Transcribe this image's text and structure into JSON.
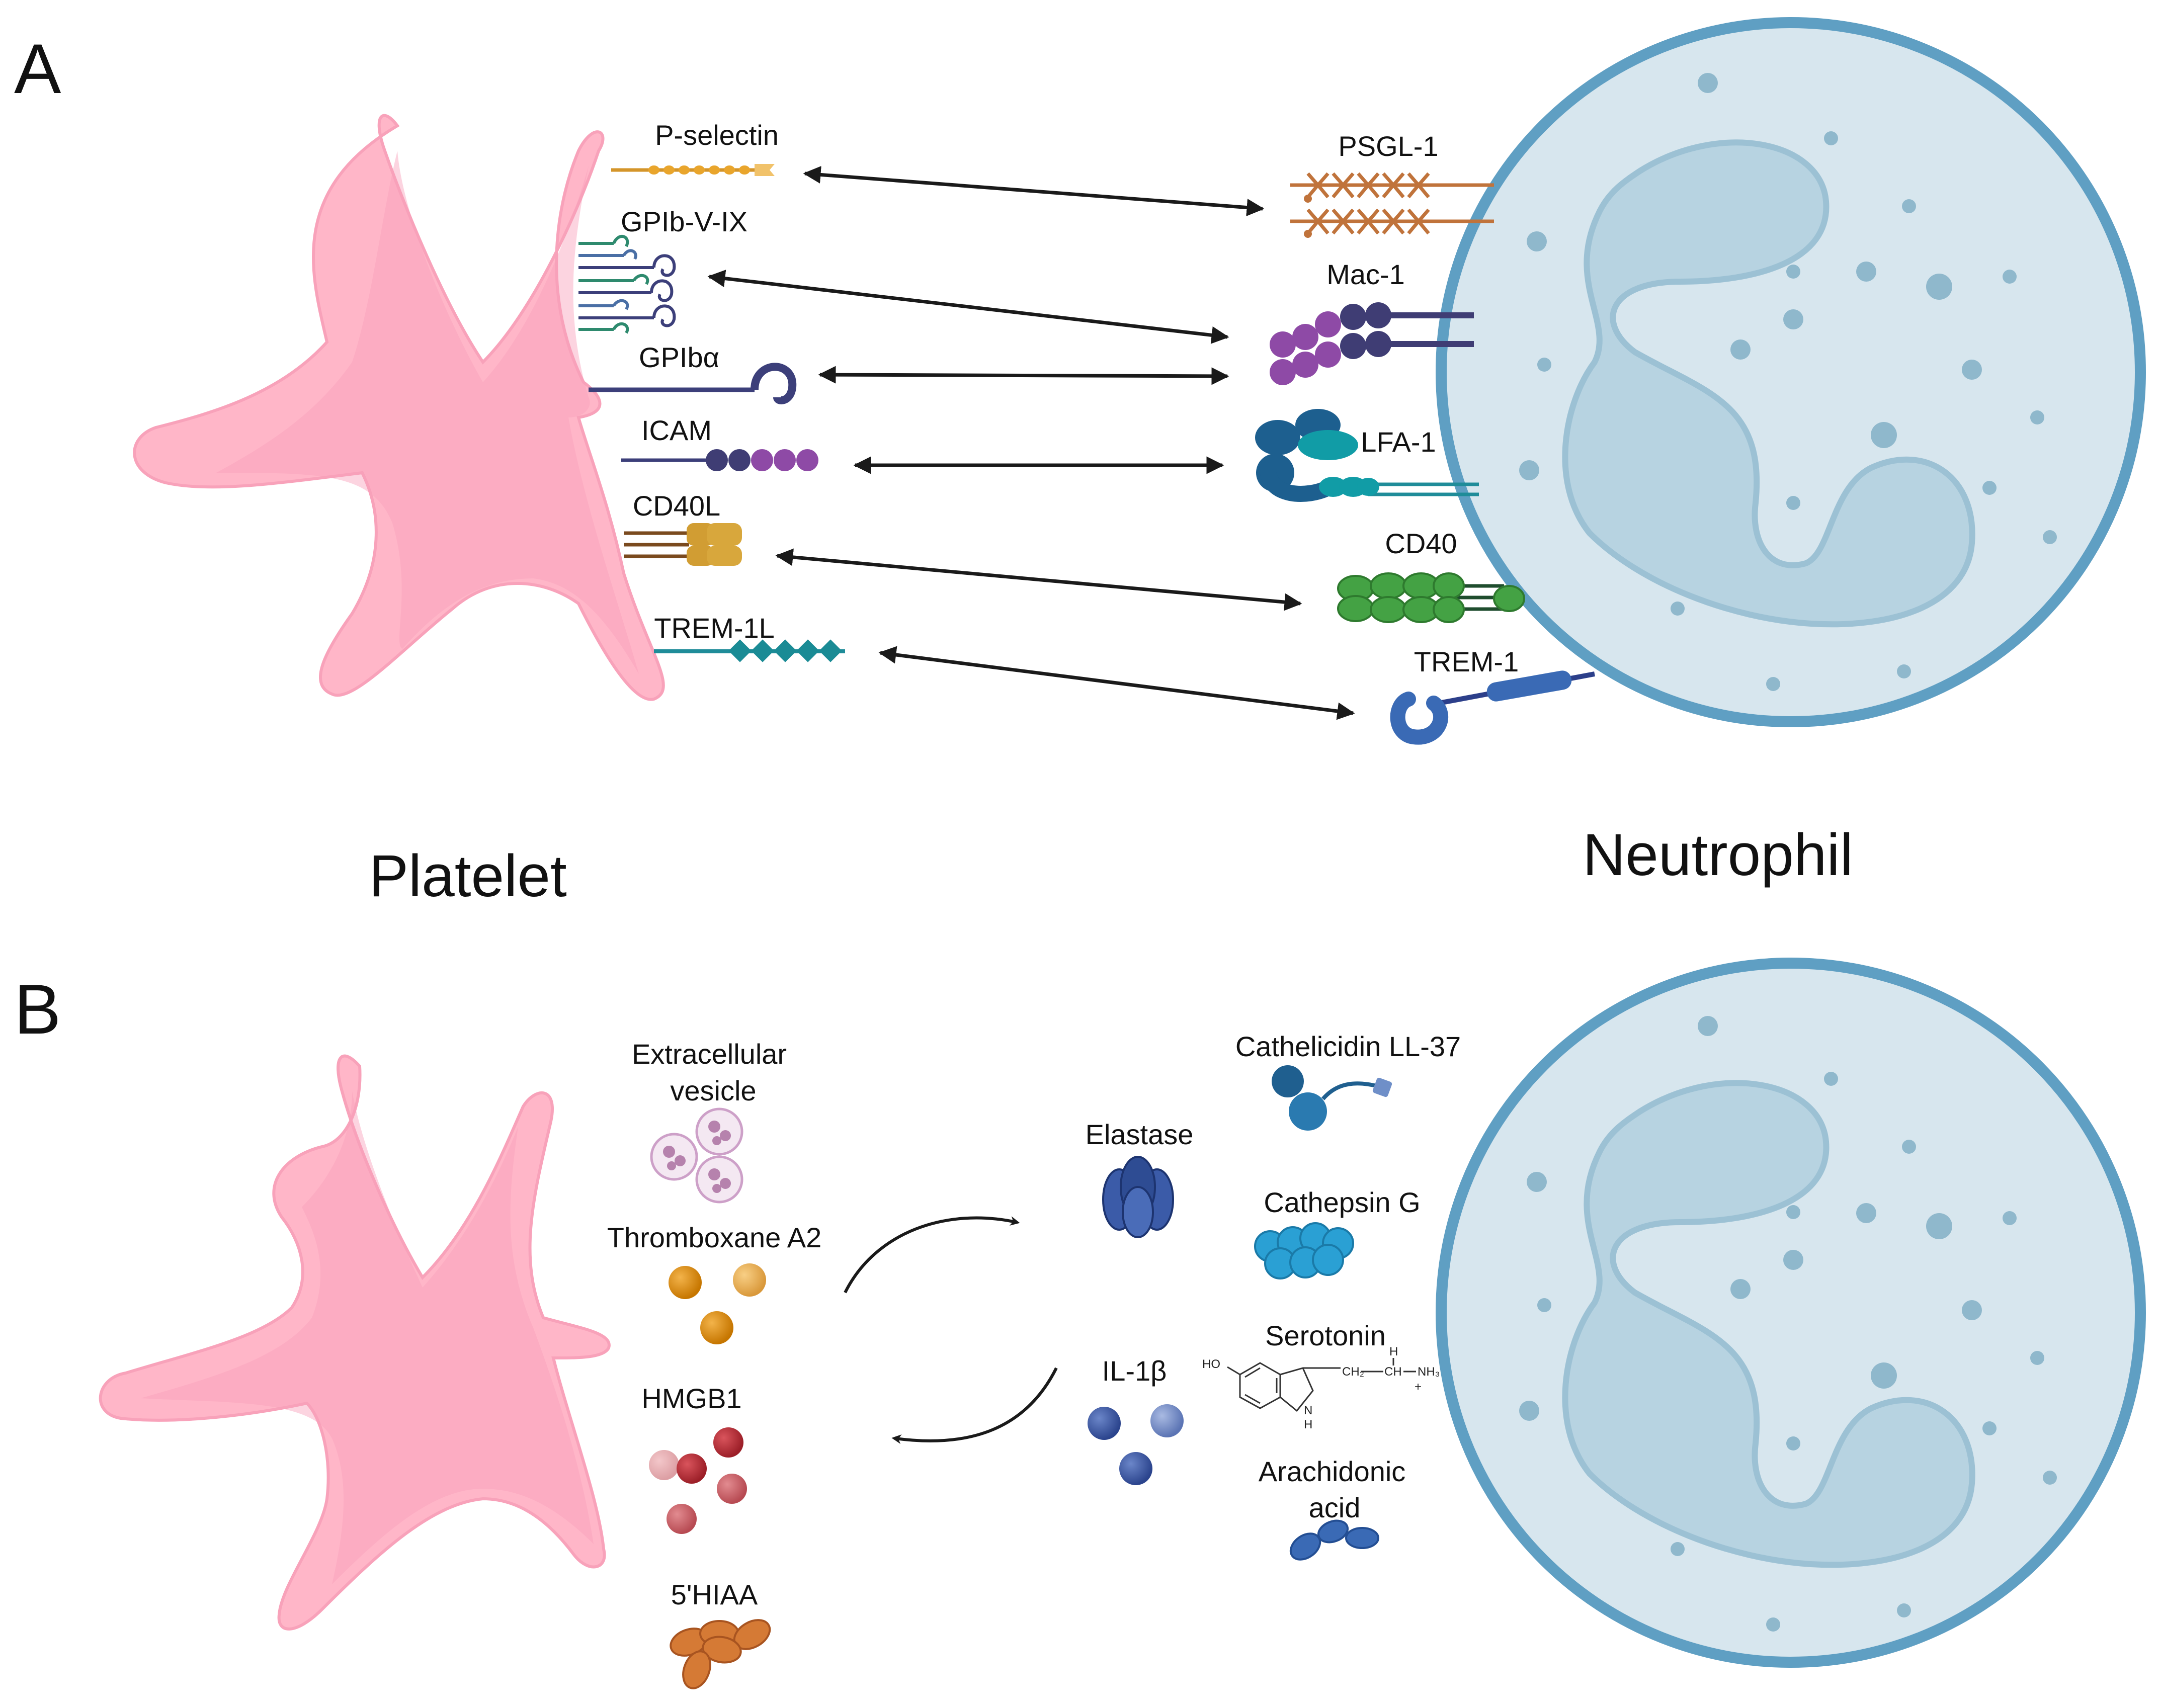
{
  "panel_a": {
    "letter": "A",
    "cell_left": "Platelet",
    "cell_right": "Neutrophil",
    "platelet_receptors": [
      "P-selectin",
      "GPIb-V-IX",
      "GPIbα",
      "ICAM",
      "CD40L",
      "TREM-1L"
    ],
    "neutrophil_receptors": [
      "PSGL-1",
      "Mac-1",
      "LFA-1",
      "CD40",
      "TREM-1"
    ]
  },
  "panel_b": {
    "letter": "B",
    "platelet_mediators": {
      "ev_line1": "Extracellular",
      "ev_line2": "vesicle",
      "thromboxane": "Thromboxane A2",
      "hmgb1": "HMGB1",
      "hiaa": "5'HIAA"
    },
    "neutrophil_mediators": {
      "cathelicidin": "Cathelicidin LL-37",
      "elastase": "Elastase",
      "cathepsin": "Cathepsin G",
      "serotonin": "Serotonin",
      "il1b": "IL-1β",
      "aa_line1": "Arachidonic",
      "aa_line2": "acid"
    },
    "serotonin_atoms": {
      "ho": "HO",
      "ch2": "CH₂",
      "ch": "CH",
      "h_top": "H",
      "nh3": "NH₃",
      "plus": "+",
      "nh": "N",
      "nh_h": "H"
    }
  },
  "colors": {
    "platelet": "#ffb6c8",
    "platelet_dark": "#f58fae",
    "neutrophil_fill": "#d7e6ee",
    "neutrophil_border": "#5f9fc3",
    "nucleus": "#b7d3e1",
    "arrow": "#1a1a1a"
  }
}
